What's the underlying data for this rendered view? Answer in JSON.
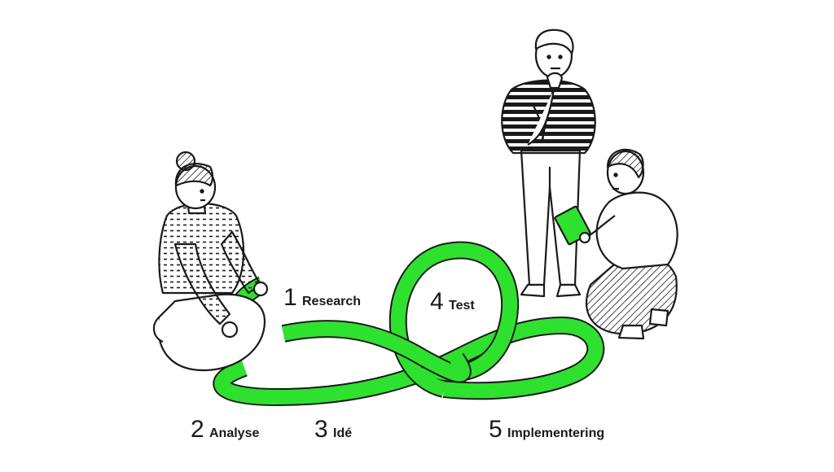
{
  "colors": {
    "accent": "#2fe12f",
    "ink": "#1a1a1a",
    "background": "#ffffff"
  },
  "steps": [
    {
      "number": "1",
      "label": "Research"
    },
    {
      "number": "2",
      "label": "Analyse"
    },
    {
      "number": "3",
      "label": "Idé"
    },
    {
      "number": "4",
      "label": "Test"
    },
    {
      "number": "5",
      "label": "Implementering"
    }
  ]
}
